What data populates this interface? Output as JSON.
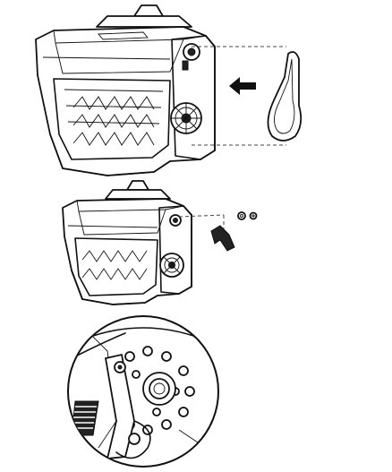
{
  "figure": {
    "steps": [
      {
        "id": "step-1",
        "subject": "belt-removal",
        "arrow_direction": "left"
      },
      {
        "id": "step-2",
        "subject": "bracket-screw-washer-removal"
      },
      {
        "id": "step-3",
        "subject": "detail-zoom-circle"
      }
    ],
    "colors": {
      "line": "#111111",
      "background": "#ffffff",
      "fill_dark": "#222222"
    }
  }
}
